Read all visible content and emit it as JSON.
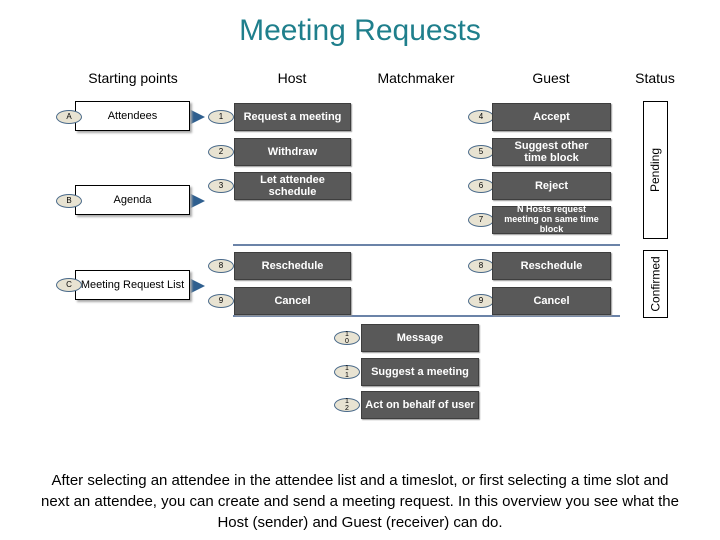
{
  "title": "Meeting Requests",
  "columns": {
    "starting_points": "Starting points",
    "host": "Host",
    "matchmaker": "Matchmaker",
    "guest": "Guest",
    "status": "Status"
  },
  "starting_points": [
    {
      "letter": "A",
      "label": "Attendees"
    },
    {
      "letter": "B",
      "label": "Agenda"
    },
    {
      "letter": "C",
      "label": "Meeting Request List"
    }
  ],
  "host_actions": [
    {
      "num": "1",
      "label": "Request a meeting"
    },
    {
      "num": "2",
      "label": "Withdraw"
    },
    {
      "num": "3",
      "label": "Let attendee schedule"
    },
    {
      "num": "8",
      "label": "Reschedule"
    },
    {
      "num": "9",
      "label": "Cancel"
    }
  ],
  "guest_actions": [
    {
      "num": "4",
      "label": "Accept"
    },
    {
      "num": "5",
      "label": "Suggest other time block"
    },
    {
      "num": "6",
      "label": "Reject"
    },
    {
      "num": "7",
      "label": "N Hosts request meeting on same time block"
    },
    {
      "num": "8",
      "label": "Reschedule"
    },
    {
      "num": "9",
      "label": "Cancel"
    }
  ],
  "matchmaker_actions": [
    {
      "num_top": "1",
      "num_bottom": "0",
      "label": "Message"
    },
    {
      "num_top": "1",
      "num_bottom": "1",
      "label": "Suggest a meeting"
    },
    {
      "num_top": "1",
      "num_bottom": "2",
      "label": "Act on behalf of user"
    }
  ],
  "statuses": [
    "Pending",
    "Confirmed"
  ],
  "footer": "After selecting an attendee in the attendee list and a timeslot, or first selecting a time slot and next an attendee, you can create and send a meeting request. In this overview you see what the Host (sender) and Guest (receiver) can do.",
  "colors": {
    "title": "#1f7f8c",
    "action_box": "#595959",
    "divider": "#3a5a8c",
    "arrow": "#2f5f8f"
  }
}
